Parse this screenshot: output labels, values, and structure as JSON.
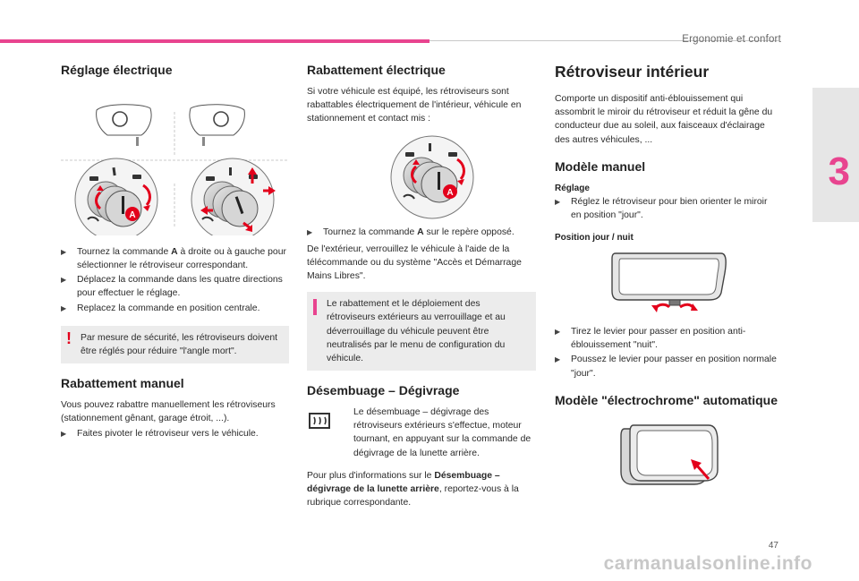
{
  "header": {
    "title": "Ergonomie et confort",
    "chapter": "3"
  },
  "col1": {
    "heading1": "Réglage électrique",
    "bullets": [
      {
        "pre": "Tournez la commande ",
        "bold": "A",
        "post": " à droite ou à gauche pour sélectionner le rétroviseur correspondant."
      },
      {
        "pre": "Déplacez la commande dans les quatre directions pour effectuer le réglage.",
        "bold": "",
        "post": ""
      },
      {
        "pre": "Replacez la commande en position centrale.",
        "bold": "",
        "post": ""
      }
    ],
    "warning": "Par mesure de sécurité, les rétroviseurs doivent être réglés pour réduire \"l'angle mort\".",
    "heading2": "Rabattement manuel",
    "manual_text": "Vous pouvez rabattre manuellement les rétroviseurs (stationnement gênant, garage étroit, ...).",
    "manual_bullet": "Faites pivoter le rétroviseur vers le véhicule."
  },
  "col2": {
    "heading1": "Rabattement électrique",
    "intro": "Si votre véhicule est équipé, les rétroviseurs sont rabattables électriquement de l'intérieur, véhicule en stationnement et contact mis :",
    "bullet": {
      "pre": "Tournez la commande ",
      "bold": "A",
      "post": " sur le repère opposé."
    },
    "para": "De l'extérieur, verrouillez le véhicule à l'aide de la télécommande ou du système \"Accès et Démarrage Mains Libres\".",
    "info": "Le rabattement et le déploiement des rétroviseurs extérieurs au verrouillage et au déverrouillage du véhicule peuvent être neutralisés par le menu de configuration du véhicule.",
    "heading2": "Désembuage – Dégivrage",
    "defrost": "Le désembuage – dégivrage des rétroviseurs extérieurs s'effectue, moteur tournant, en appuyant sur la commande de dégivrage de la lunette arrière.",
    "more_pre": "Pour plus d'informations sur le ",
    "more_bold": "Désembuage – dégivrage de la lunette arrière",
    "more_post": ", reportez-vous à la rubrique correspondante."
  },
  "col3": {
    "title": "Rétroviseur intérieur",
    "intro": "Comporte un dispositif anti-éblouissement qui assombrit le miroir du rétroviseur et réduit la gêne du conducteur due au soleil, aux faisceaux d'éclairage des autres véhicules, ...",
    "heading_manual": "Modèle manuel",
    "sub_reglage": "Réglage",
    "reglage_bullet": "Réglez le rétroviseur pour bien orienter le miroir en position \"jour\".",
    "sub_position": "Position jour / nuit",
    "bullets": [
      "Tirez le levier pour passer en position anti-éblouissement \"nuit\".",
      "Poussez le levier pour passer en position normale \"jour\"."
    ],
    "heading_auto": "Modèle \"électrochrome\" automatique"
  },
  "figures": {
    "knob_label": "A"
  },
  "page_number": "47",
  "watermark": "carmanualsonline.info",
  "colors": {
    "accent": "#e8448f",
    "warning": "#e3001b",
    "box": "#ececec"
  }
}
